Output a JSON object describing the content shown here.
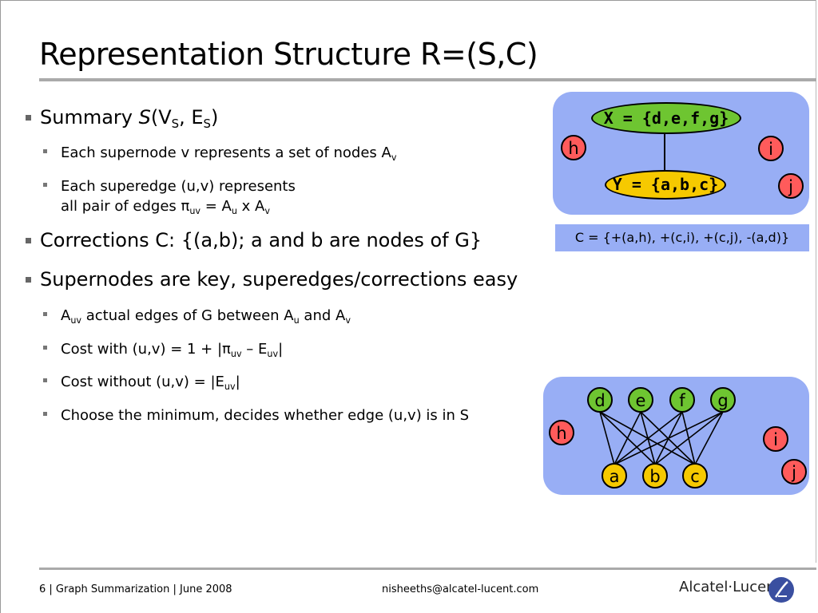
{
  "slide": {
    "title": "Representation Structure R=(S,C)"
  },
  "bullets": {
    "summary": {
      "pre": "Summary ",
      "s": "S",
      "open": "(V",
      "sub1": "S",
      "mid": ", E",
      "sub2": "S",
      "close": ")"
    },
    "supernode": {
      "text": "Each supernode v represents a set of nodes A",
      "sub": "v"
    },
    "superedge_line1": "Each superedge (u,v) represents",
    "superedge_line2": {
      "pre": "all pair of edges π",
      "sub1": "uv",
      "mid": " = A",
      "sub2": "u",
      "mid2": " x A",
      "sub3": "v"
    },
    "corrections": "Corrections C: {(a,b); a and b are nodes of G}",
    "supernodes_key": "Supernodes are key, superedges/corrections easy",
    "actual_edges": {
      "a": "A",
      "sub1": "uv",
      "mid": " actual edges of G between A",
      "sub2": "u",
      "mid2": " and A",
      "sub3": "v"
    },
    "cost_with": {
      "pre": "Cost with (u,v) = 1 + |π",
      "sub1": "uv",
      "mid": " – E",
      "sub2": "uv",
      "post": "|"
    },
    "cost_without": {
      "pre": "Cost without (u,v) = |E",
      "sub": "uv",
      "post": "|"
    },
    "choose_min": "Choose the minimum, decides whether edge (u,v) is in S"
  },
  "diagram_top": {
    "supernode_x": "X = {d,e,f,g}",
    "supernode_y": "Y = {a,b,c}",
    "node_h": "h",
    "node_i": "i",
    "node_j": "j",
    "corrections": "C = {+(a,h), +(c,i), +(c,j), -(a,d)}"
  },
  "diagram_bottom": {
    "top_nodes": [
      "d",
      "e",
      "f",
      "g"
    ],
    "bottom_nodes": [
      "a",
      "b",
      "c"
    ],
    "node_h": "h",
    "node_i": "i",
    "node_j": "j"
  },
  "colors": {
    "panel": "#98aef5",
    "red_node": "#ff5b5b",
    "green_node": "#6ec531",
    "yellow_node": "#f6c900"
  },
  "footer": {
    "left": "6 | Graph Summarization | June 2008",
    "email": "nisheeths@alcatel-lucent.com",
    "logo": "Alcatel·Lucent"
  }
}
